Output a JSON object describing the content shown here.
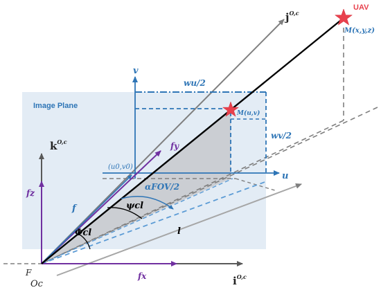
{
  "diagram": {
    "plane_title": "Image Plane",
    "uav": "UAV",
    "point_3d": "M(x,y,z)",
    "point_image": "M(u,v)",
    "axis_j": {
      "base": "j",
      "sup": "O,c"
    },
    "axis_k": {
      "base": "k",
      "sup": "O,c"
    },
    "axis_i": {
      "base": "i",
      "sup": "O,c"
    },
    "axis_u": "u",
    "axis_v": "v",
    "principal_point": "(u0,v0)",
    "wu_half": "wu/2",
    "wv_half": "wv/2",
    "alpha_fov": "αFOV/2",
    "psi": "ψcl",
    "phi": "Φcl",
    "f": "f",
    "fx": "fx",
    "fy": "fy",
    "fz": "fz",
    "l": "l",
    "F": "F",
    "origin": "Oc",
    "colors": {
      "plane": "#e3ecf5",
      "blue": "#2e75b6",
      "light_blue": "#5b9bd5",
      "gray": "#7f7f7f",
      "purple": "#7030a0",
      "red": "#e8414d",
      "black": "#000000"
    }
  }
}
